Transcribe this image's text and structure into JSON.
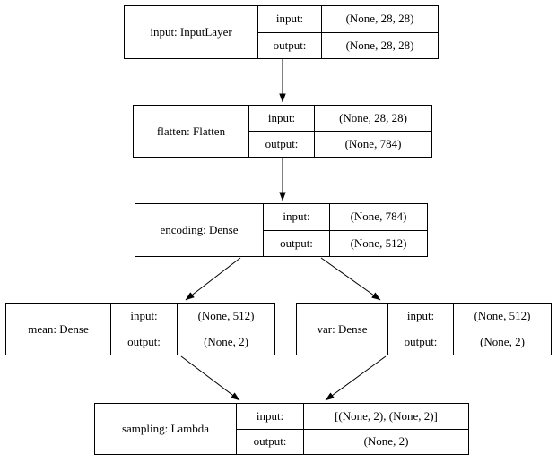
{
  "diagram": {
    "background": "#ffffff",
    "line_color": "#000000",
    "text_color": "#000000",
    "nodes": [
      {
        "id": "input",
        "label": "input: InputLayer",
        "input_label": "input:",
        "output_label": "output:",
        "input_shape": "(None, 28, 28)",
        "output_shape": "(None, 28, 28)"
      },
      {
        "id": "flatten",
        "label": "flatten: Flatten",
        "input_label": "input:",
        "output_label": "output:",
        "input_shape": "(None, 28, 28)",
        "output_shape": "(None, 784)"
      },
      {
        "id": "encoding",
        "label": "encoding: Dense",
        "input_label": "input:",
        "output_label": "output:",
        "input_shape": "(None, 784)",
        "output_shape": "(None, 512)"
      },
      {
        "id": "mean",
        "label": "mean: Dense",
        "input_label": "input:",
        "output_label": "output:",
        "input_shape": "(None, 512)",
        "output_shape": "(None, 2)"
      },
      {
        "id": "var",
        "label": "var: Dense",
        "input_label": "input:",
        "output_label": "output:",
        "input_shape": "(None, 512)",
        "output_shape": "(None, 2)"
      },
      {
        "id": "sampling",
        "label": "sampling: Lambda",
        "input_label": "input:",
        "output_label": "output:",
        "input_shape": "[(None, 2), (None, 2)]",
        "output_shape": "(None, 2)"
      }
    ],
    "edges": [
      {
        "from": "input",
        "to": "flatten"
      },
      {
        "from": "flatten",
        "to": "encoding"
      },
      {
        "from": "encoding",
        "to": "mean"
      },
      {
        "from": "encoding",
        "to": "var"
      },
      {
        "from": "mean",
        "to": "sampling"
      },
      {
        "from": "var",
        "to": "sampling"
      }
    ]
  }
}
